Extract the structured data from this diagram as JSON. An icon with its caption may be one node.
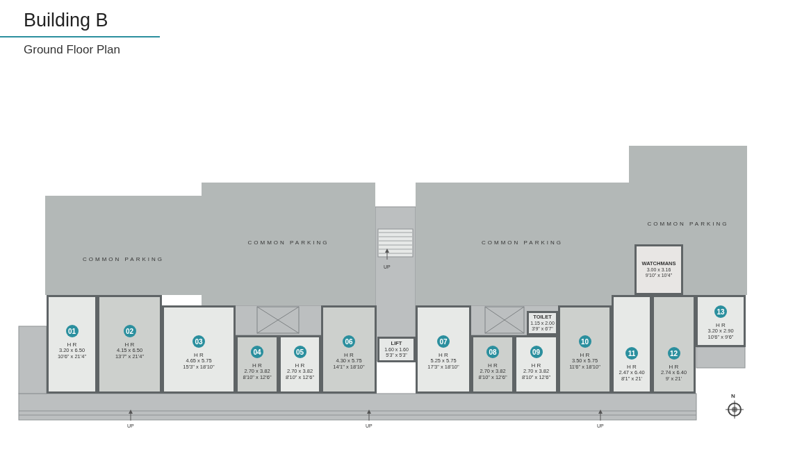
{
  "diagram": {
    "title": "Building B",
    "nodes": [
      {
        "text": [
          "COMMON PARKING"
        ]
      },
      {
        "text": [
          "COMMON PARKING"
        ]
      },
      {
        "text": [
          "COMMON PARKING"
        ]
      },
      {
        "text": [
          "COMMON PARKING"
        ]
      },
      {
        "text": [
          "WATCHMANS",
          "3.00 x 3.16",
          "9'10\" x 10'4\""
        ],
        "in": 3
      },
      {
        "text": [
          "TOILET",
          "1.15 x 2.00",
          "3'9\" x 6'7\""
        ]
      },
      {
        "text": [
          "LIFT",
          "1.60 x 1.60",
          "5'3\" x 5'3\""
        ]
      },
      {
        "text": [
          "01",
          "H R",
          "3.20 x 6.50",
          "10'6\" x 21'4\""
        ]
      },
      {
        "text": [
          "02",
          "H R",
          "4.15 x 6.50",
          "13'7\" x 21'4\""
        ]
      },
      {
        "text": [
          "03",
          "H R",
          "4.65 x 5.75",
          "15'3\" x 18'10\""
        ]
      },
      {
        "text": [
          "04",
          "H R",
          "2.70 x 3.82",
          "8'10\" x 12'6\""
        ]
      },
      {
        "text": [
          "05",
          "H R",
          "2.70 x 3.82",
          "8'10\" x 12'6\""
        ]
      },
      {
        "text": [
          "06",
          "H R",
          "4.30 x 5.75",
          "14'1\" x 18'10\""
        ]
      },
      {
        "text": [
          "07",
          "H R",
          "5.25 x 5.75",
          "17'3\" x 18'10\""
        ]
      },
      {
        "text": [
          "08",
          "H R",
          "2.70 x 3.82",
          "8'10\" x 12'6\""
        ]
      },
      {
        "text": [
          "09",
          "H R",
          "2.70 x 3.82",
          "8'10\" x 12'6\""
        ]
      },
      {
        "text": [
          "10",
          "H R",
          "3.50 x 5.75",
          "11'6\" x 18'10\""
        ]
      },
      {
        "text": [
          "11",
          "H R",
          "2.47 x 6.40",
          "8'1\" x 21'"
        ]
      },
      {
        "text": [
          "12",
          "H R",
          "2.74 x 6.40",
          "9' x 21'"
        ]
      },
      {
        "text": [
          "13",
          "H R",
          "3.20 x 2.90",
          "10'6\" x 9'6\""
        ]
      }
    ],
    "edges": [],
    "labels": [
      "Ground Floor Plan",
      "UP",
      "UP",
      "UP",
      "UP",
      "N"
    ]
  }
}
